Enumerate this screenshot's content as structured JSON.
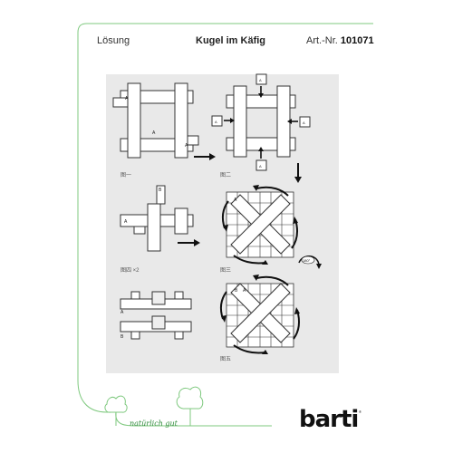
{
  "header": {
    "left": "Lösung",
    "title": "Kugel im Käfig",
    "article_prefix": "Art.-Nr. ",
    "article_number": "101071"
  },
  "captions": {
    "fig1": "图一",
    "fig2": "图二",
    "fig3": "图三",
    "fig4": "图四 ×2",
    "fig5": "图五"
  },
  "labels": {
    "piece_a": "A",
    "piece_b": "B",
    "rotation": "180°"
  },
  "footer": {
    "slogan": "natürlich gut",
    "logo": "barti",
    "logo_sup": "®"
  },
  "colors": {
    "green": "#2e8b3a",
    "line": "#333333",
    "panel": "#e6e6e6"
  }
}
